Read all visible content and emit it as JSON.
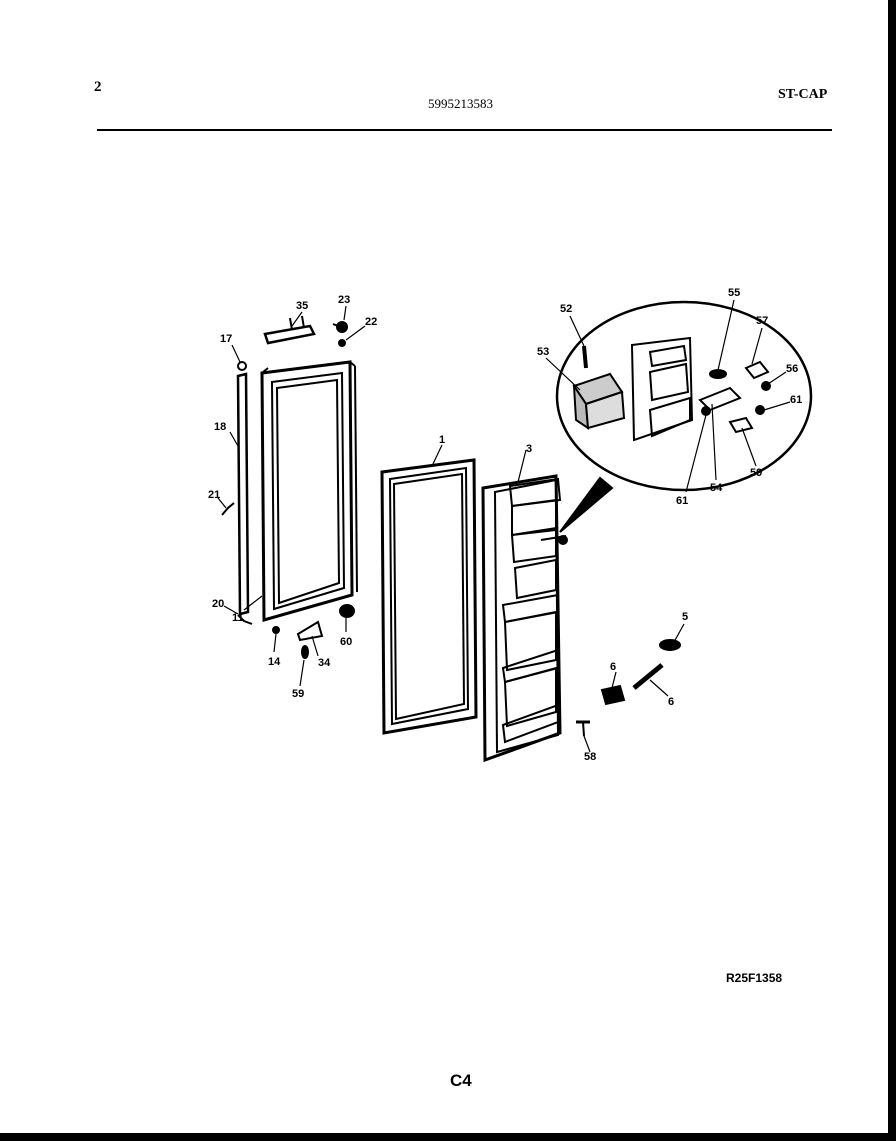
{
  "header": {
    "page_number": "2",
    "part_number": "5995213583",
    "model_code": "ST-CAP"
  },
  "footer": {
    "drawing_code": "R25F1358",
    "section": "C4"
  },
  "callouts": {
    "c35": "35",
    "c23": "23",
    "c22": "22",
    "c17": "17",
    "c18": "18",
    "c21": "21",
    "c20": "20",
    "c11": "11",
    "c14": "14",
    "c59": "59",
    "c34": "34",
    "c60": "60",
    "c1": "1",
    "c3": "3",
    "c5": "5",
    "c6a": "6",
    "c6b": "6",
    "c58": "58",
    "c52": "52",
    "c53": "53",
    "c55": "55",
    "c57": "57",
    "c56": "56",
    "c61a": "61",
    "c61b": "61",
    "c54": "54",
    "c59b": "59"
  }
}
